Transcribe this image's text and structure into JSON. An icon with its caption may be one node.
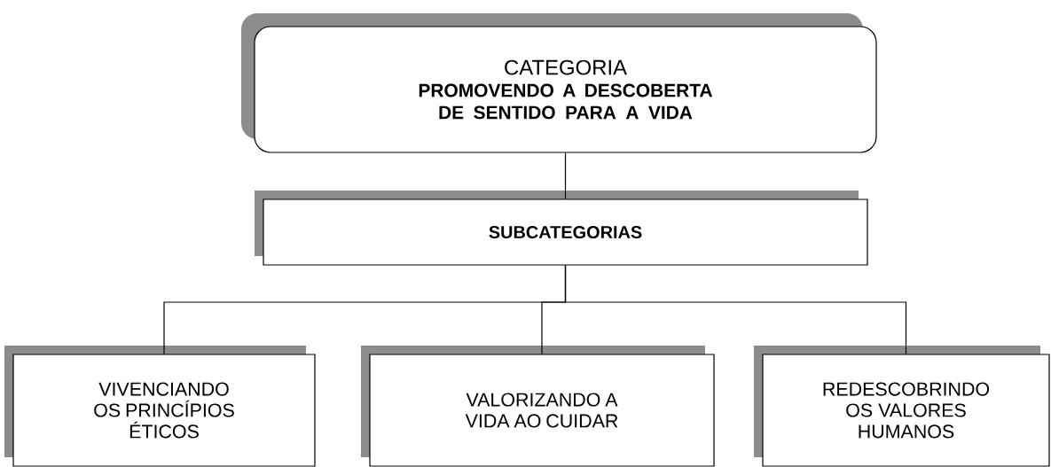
{
  "diagram": {
    "nodes": [
      {
        "text": [
          "CATEGORIA",
          "PROMOVENDO A DESCOBERTA DE SENTIDO PARA A VIDA"
        ]
      },
      {
        "text": [
          "SUBCATEGORIAS"
        ]
      },
      {
        "text": [
          "VIVENCIANDO OS PRINCÍPIOS ÉTICOS"
        ]
      },
      {
        "text": [
          "VALORIZANDO A VIDA AO CUIDAR"
        ]
      },
      {
        "text": [
          "REDESCOBRINDO OS VALORES HUMANOS"
        ]
      }
    ],
    "edges": [
      {
        "from": 0,
        "to": 1,
        "arrow": "none"
      },
      {
        "from": 1,
        "to": 2,
        "arrow": "none"
      },
      {
        "from": 1,
        "to": 3,
        "arrow": "none"
      },
      {
        "from": 1,
        "to": 4,
        "arrow": "none"
      }
    ]
  }
}
